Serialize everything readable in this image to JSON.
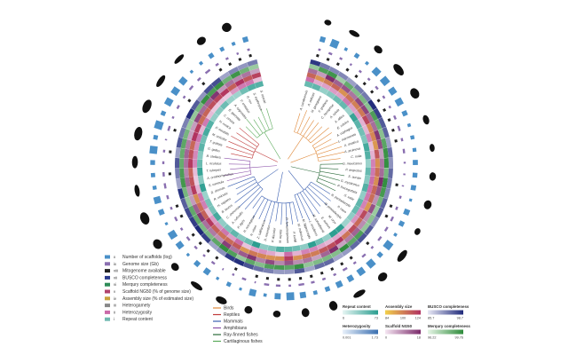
{
  "key_items": [
    {
      "roman": "x",
      "label": "Number of scaffolds (log)",
      "color": "#4a90c8"
    },
    {
      "roman": "ix",
      "label": "Genome size (Gb)",
      "color": "#8a6fb0"
    },
    {
      "roman": "viii",
      "label": "Mitogenome available",
      "color": "#222222"
    },
    {
      "roman": "vii",
      "label": "BUSCO completeness",
      "color": "#2a3a8c"
    },
    {
      "roman": "vi",
      "label": "Merqury completeness",
      "color": "#2e8b57"
    },
    {
      "roman": "v",
      "label": "Scaffold NG50 (% of genome size)",
      "color": "#b0446e"
    },
    {
      "roman": "iv",
      "label": "Assembly size (% of estimated size)",
      "color": "#c9a23c"
    },
    {
      "roman": "iii",
      "label": "Heterogamety",
      "color": "#888888"
    },
    {
      "roman": "ii",
      "label": "Heterozygosity",
      "color": "#c96aa8"
    },
    {
      "roman": "i",
      "label": "Repeat content",
      "color": "#6fb8b0"
    }
  ],
  "clade_legend": [
    {
      "label": "Birds",
      "color": "#e08a3c"
    },
    {
      "label": "Reptiles",
      "color": "#c03a3a"
    },
    {
      "label": "Mammals",
      "color": "#3a5fb0"
    },
    {
      "label": "Amphibians",
      "color": "#8a4fa8"
    },
    {
      "label": "Ray-finned fishes",
      "color": "#2a6a3a"
    },
    {
      "label": "Cartilaginous fishes",
      "color": "#5aaa5a"
    }
  ],
  "colorbars": [
    {
      "title": "Repeat content",
      "ticks": [
        "6",
        "73"
      ],
      "from": "#e6f5f3",
      "to": "#2a9d8f"
    },
    {
      "title": "Assembly size",
      "ticks": [
        "84",
        "100",
        "124"
      ],
      "from": "#f2d04a",
      "to": "#b03060"
    },
    {
      "title": "BUSCO completeness",
      "ticks": [
        "85.7",
        "98.7"
      ],
      "from": "#e8e8f5",
      "to": "#1f2a7a"
    },
    {
      "title": "Heterozygosity",
      "ticks": [
        "0.001",
        "1.73"
      ],
      "from": "#e8f0fa",
      "to": "#3a6fb0"
    },
    {
      "title": "Scaffold NG50",
      "ticks": [
        "0",
        "18"
      ],
      "from": "#f5e6f2",
      "to": "#7a2a6a"
    },
    {
      "title": "Merqury completeness",
      "ticks": [
        "96.22",
        "99.76"
      ],
      "from": "#e6f5e6",
      "to": "#2e8b3a"
    }
  ],
  "species": [
    "A. carolinensis",
    "A. nelsoni",
    "M. georgiana",
    "F. grallaria",
    "C. hemiphoe",
    "A. sylvia",
    "A. albus",
    "E. rufulus",
    "A. ozphagus",
    "L. marmorata",
    "A. asiatica",
    "A. pruinosa",
    "C. nolia",
    "G. mexicanus",
    "P. angustus",
    "S. aurata",
    "G. mysticetus",
    "P. fuscoguttata",
    "S. salar",
    "R. pentadactyla",
    "P. naso",
    "M. pentadactyla",
    "M. oryx",
    "E. aureus",
    "M. schreibersii",
    "L. ensiferus",
    "M. hippocrepis",
    "M. molossus",
    "P. kuhlii",
    "R. ferrumequinum",
    "M. myotis",
    "P. discolor",
    "D. rotundus",
    "Z. californicus",
    "N. vison",
    "R. norvegicus",
    "P. tigris",
    "A. ruficollis",
    "C. chinensis",
    "B. taurus",
    "H. sapiens",
    "R. unicolor",
    "D. dromas",
    "S. canicula",
    "A. ornithorhynchus",
    "T. rubripes",
    "L. oculatus",
    "B. stellaris",
    "G. gallus",
    "T. guttata",
    "M. unicolor",
    "P. mirabilis",
    "H. rustica",
    "C. ornata",
    "E. garzetta",
    "A. cygnoides",
    "P. cristatus",
    "R. rex",
    "S. erythropus",
    "S. oryzae"
  ]
}
